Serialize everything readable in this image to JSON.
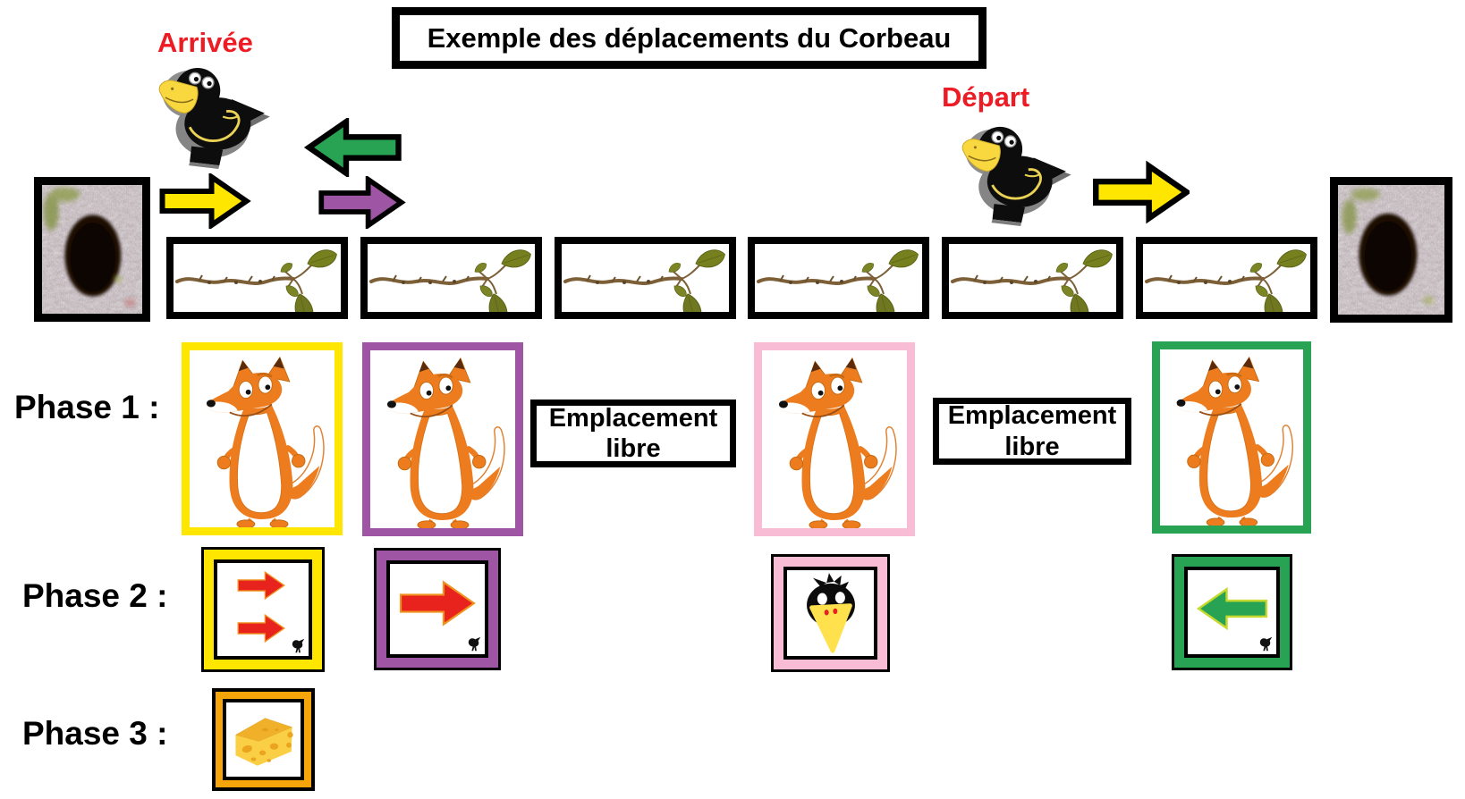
{
  "title": "Exemple des déplacements du Corbeau",
  "arrival_label": "Arrivée",
  "departure_label": "Départ",
  "free_slot": {
    "line1": "Emplacement",
    "line2": "libre"
  },
  "phase1_row": {
    "label": "Phase 1 :",
    "cards": [
      {
        "frame": "yellow",
        "content": "fox card"
      },
      {
        "frame": "purple",
        "content": "fox card"
      },
      {
        "content": "free slot"
      },
      {
        "frame": "pink",
        "content": "fox card"
      },
      {
        "content": "free slot"
      },
      {
        "frame": "green",
        "content": "fox card"
      }
    ]
  },
  "phase2_row": {
    "label": "Phase 2 :",
    "cards": [
      {
        "frame": "yellow",
        "symbol": "two red arrows pointing right with small crow mark"
      },
      {
        "frame": "purple",
        "symbol": "one red arrow pointing right with small crow mark"
      },
      {
        "frame": "pink",
        "symbol": "crow head with yellow beak"
      },
      {
        "frame": "green",
        "symbol": "one green arrow pointing left with small crow mark"
      }
    ]
  },
  "phase3_row": {
    "label": "Phase 3 :",
    "cards": [
      {
        "frame": "orange",
        "symbol": "cheese wedge"
      }
    ]
  },
  "board": {
    "left_end": "tree hole nest (arrival)",
    "cells": [
      "branch",
      "branch",
      "branch",
      "branch",
      "branch",
      "branch"
    ],
    "right_end": "tree hole nest (departure)"
  },
  "top_arrows": [
    {
      "direction": "left",
      "color": "green"
    },
    {
      "direction": "right",
      "color": "yellow"
    },
    {
      "direction": "right",
      "color": "purple"
    },
    {
      "direction": "right",
      "color": "yellow"
    }
  ],
  "crow_pieces": [
    {
      "position": "arrival",
      "description": "black wooden crow piece facing left"
    },
    {
      "position": "departure",
      "description": "black wooden crow piece facing left"
    }
  ],
  "colors": {
    "label_red": "#ed1c24",
    "yellow": "#ffe600",
    "green": "#27a353",
    "purple": "#9d55a4",
    "pink": "#f8bcd4",
    "orange": "#f5a50a",
    "arrow_red": "#e8231d",
    "cheese_yellow": "#fbcf45",
    "leaf_green": "#77801f",
    "twig_brown": "#7d6037"
  }
}
